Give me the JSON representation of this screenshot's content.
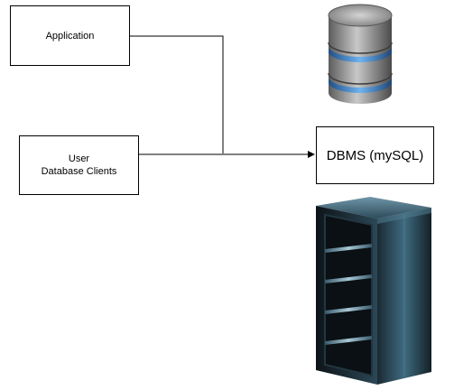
{
  "nodes": {
    "application": {
      "label": "Application"
    },
    "user_clients": {
      "line1": "User",
      "line2": "Database Clients"
    },
    "dbms": {
      "label": "DBMS (mySQL)"
    }
  },
  "icons": {
    "database": "database-cylinder-icon",
    "server_rack": "server-rack-icon"
  },
  "colors": {
    "line": "#000000",
    "db_band": "#3a7fc4"
  }
}
